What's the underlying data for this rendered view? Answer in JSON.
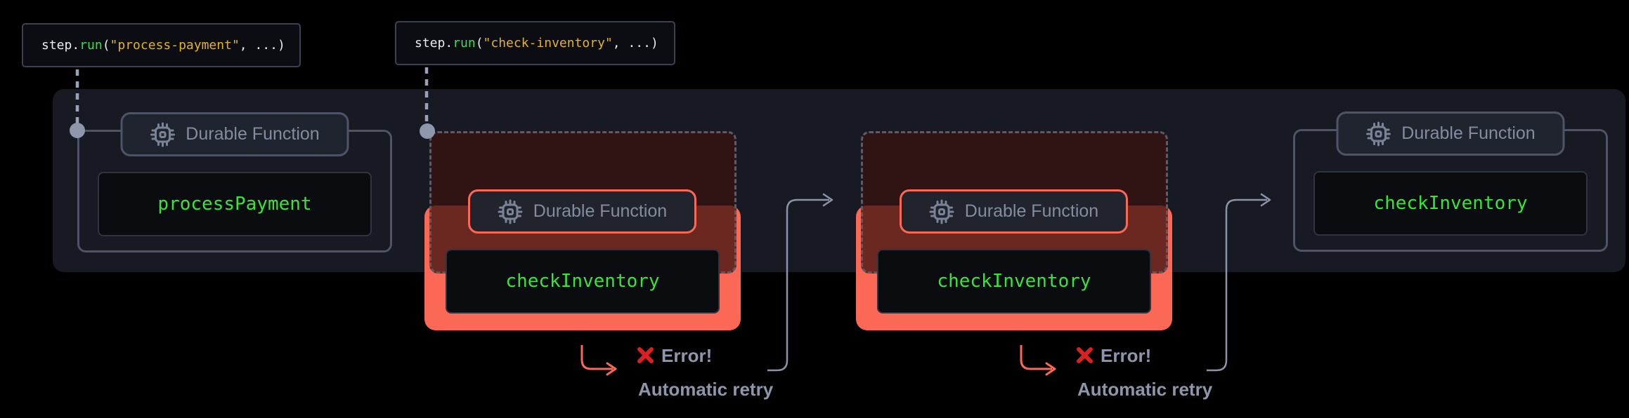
{
  "colors": {
    "background": "#000000",
    "panel": "#171a22",
    "card_border": "#4d5466",
    "badge_text": "#838ca0",
    "function_name_green": "#35e635",
    "failure_accent": "#fc6856",
    "ghost_border": "#565d6e",
    "connector_gray": "#8b93a7",
    "error_cross_red": "#da2020",
    "annotation_text": "#8e96ab",
    "code_text": "#e9ecf2",
    "code_method_green": "#3bdc52",
    "code_string_yellow": "#e3b321"
  },
  "badge_label": "Durable Function",
  "tooltips": [
    {
      "name": "process-payment-call",
      "segments": [
        {
          "text": "step.",
          "color": "#e9ecf2"
        },
        {
          "text": "run",
          "color": "#3bdc52"
        },
        {
          "text": "(",
          "color": "#e9ecf2"
        },
        {
          "text": "\"process-payment\"",
          "color": "#e3b321"
        },
        {
          "text": ", ...)",
          "color": "#e9ecf2"
        }
      ]
    },
    {
      "name": "check-inventory-call",
      "segments": [
        {
          "text": "step.",
          "color": "#e9ecf2"
        },
        {
          "text": "run",
          "color": "#3bdc52"
        },
        {
          "text": "(",
          "color": "#e9ecf2"
        },
        {
          "text": "\"check-inventory\"",
          "color": "#e3b321"
        },
        {
          "text": ", ...)",
          "color": "#e9ecf2"
        }
      ]
    }
  ],
  "nodes": [
    {
      "id": "process-payment-success",
      "function_name": "processPayment",
      "state": "success"
    },
    {
      "id": "check-inventory-attempt-1",
      "function_name": "checkInventory",
      "state": "failed"
    },
    {
      "id": "check-inventory-attempt-2",
      "function_name": "checkInventory",
      "state": "failed"
    },
    {
      "id": "check-inventory-success",
      "function_name": "checkInventory",
      "state": "success"
    }
  ],
  "annotations": {
    "error_label": "Error!",
    "retry_label": "Automatic retry"
  }
}
